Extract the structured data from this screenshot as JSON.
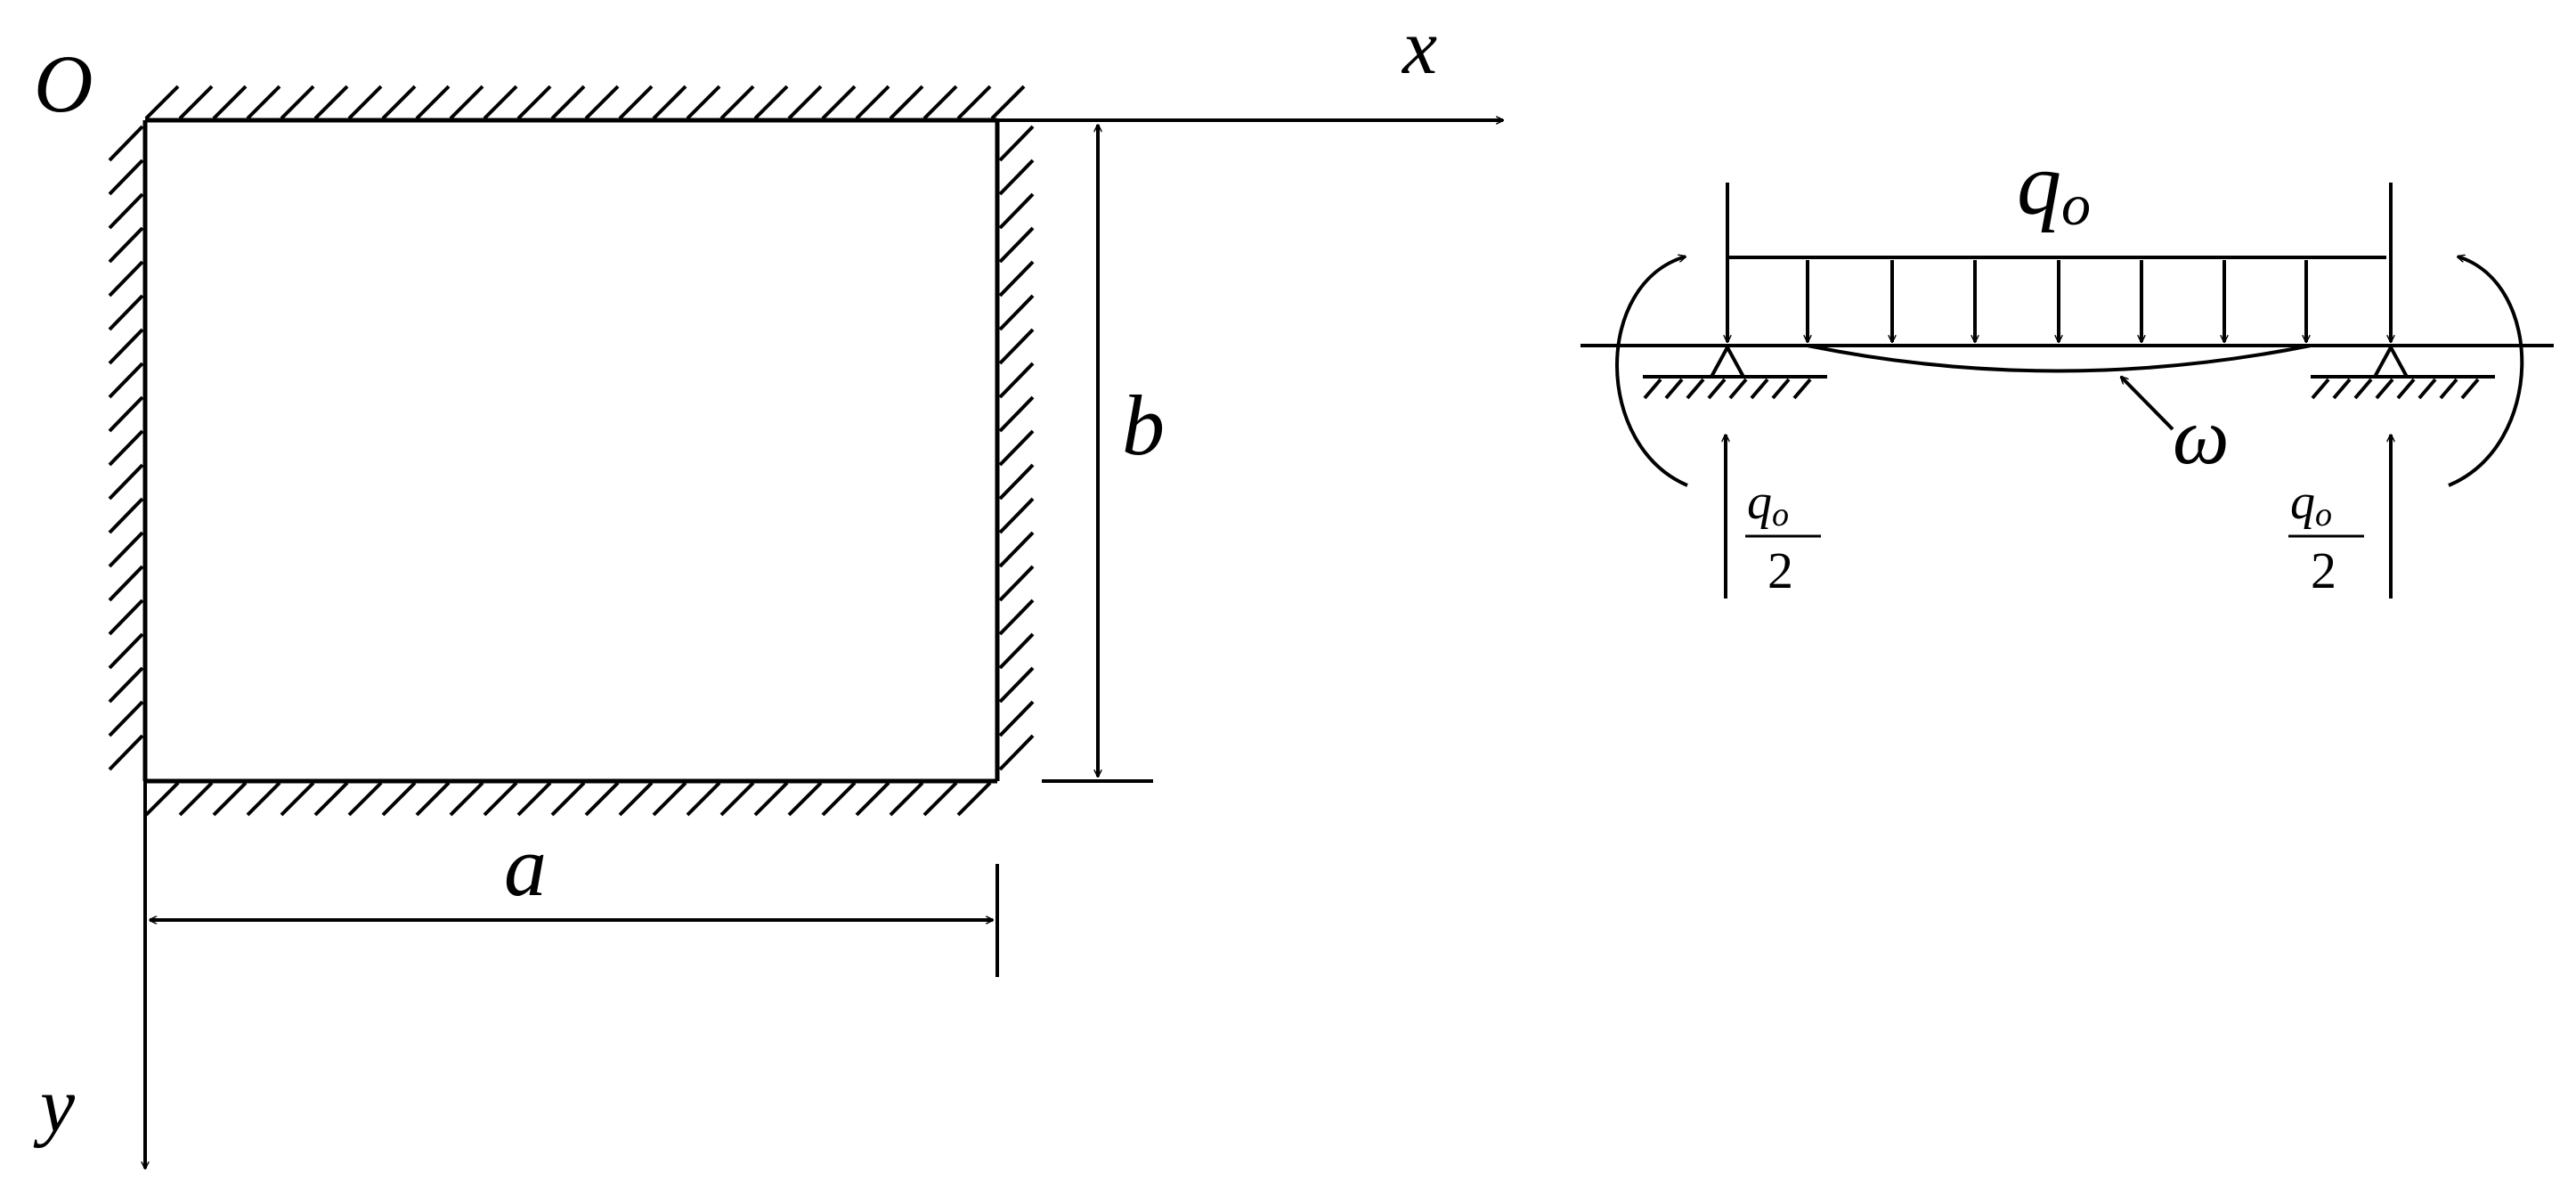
{
  "plate": {
    "origin_label": "O",
    "x_axis_label": "x",
    "y_axis_label": "y",
    "width_label": "a",
    "height_label": "b"
  },
  "beam": {
    "load_label": "q",
    "load_subscript": "o",
    "deflection_label": "ω",
    "reaction_left": {
      "numerator": "q",
      "numerator_subscript": "o",
      "denominator": "2"
    },
    "reaction_right": {
      "numerator": "q",
      "numerator_subscript": "o",
      "denominator": "2"
    }
  }
}
